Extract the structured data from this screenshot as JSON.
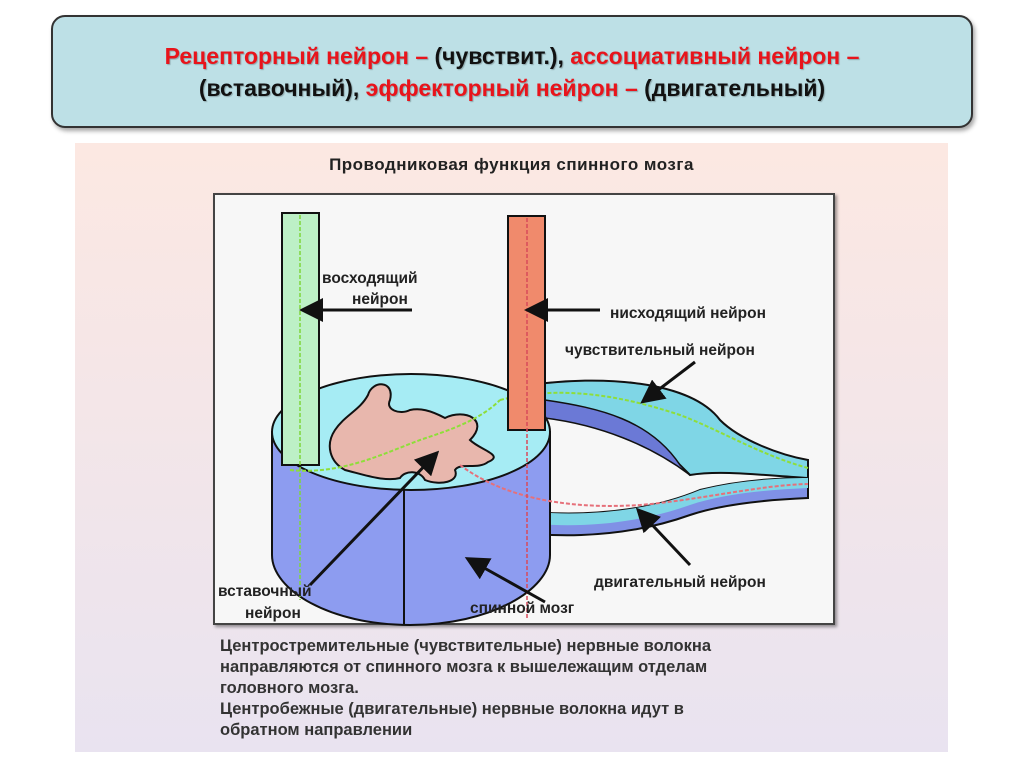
{
  "header": {
    "line1": [
      {
        "text": "Рецепторный нейрон – ",
        "highlight": true
      },
      {
        "text": "(чувствит.), ",
        "highlight": false
      },
      {
        "text": "ассоциативный нейрон –",
        "highlight": true
      }
    ],
    "line2": [
      {
        "text": "(вставочный), ",
        "highlight": false
      },
      {
        "text": "эффекторный нейрон – ",
        "highlight": true
      },
      {
        "text": "(двигательный)",
        "highlight": false
      }
    ]
  },
  "panel": {
    "title": "Проводниковая функция спинного мозга",
    "labels": {
      "ascending_1": "восходящий",
      "ascending_2": "нейрон",
      "descending": "нисходящий нейрон",
      "sensory": "чувствительный нейрон",
      "motor": "двигательный нейрон",
      "inter_1": "вставочный",
      "inter_2": "нейрон",
      "spinal_cord": "спинной мозг"
    },
    "description": [
      "Центростремительные (чувствительные) нервные волокна",
      "направляются от спинного мозга к вышележащим отделам",
      "головного мозга.",
      "Центробежные (двигательные) нервные волокна идут в",
      "обратном направлении"
    ]
  },
  "colors": {
    "accent_red": "#e8141b",
    "header_bg": "#bde0e6"
  }
}
